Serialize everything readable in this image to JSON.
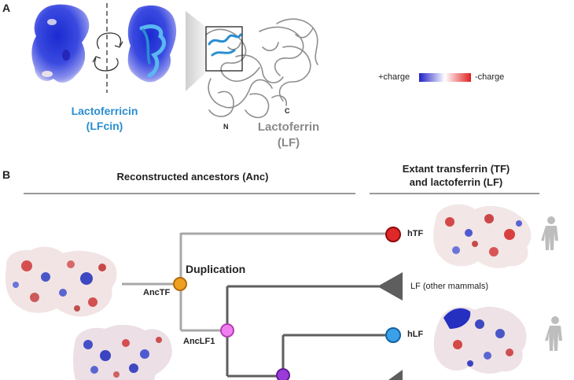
{
  "panel_a": {
    "letter": "A",
    "lfcin_name": "Lactoferricin",
    "lfcin_abbr": "(LFcin)",
    "lf_name": "Lactoferrin",
    "lf_abbr": "(LF)",
    "n_terminus": "N",
    "c_terminus": "C",
    "legend": {
      "positive": "+charge",
      "negative": "-charge",
      "colors": [
        "#2020c8",
        "#ffffff",
        "#e02020"
      ]
    }
  },
  "panel_b": {
    "letter": "B",
    "heading_left": "Reconstructed ancestors (Anc)",
    "heading_right_line1": "Extant transferrin (TF)",
    "heading_right_line2": "and lactoferrin (LF)",
    "duplication_label": "Duplication",
    "nodes": {
      "anc_tf": {
        "label": "AncTF",
        "color": "#f0a020"
      },
      "anc_lf1": {
        "label": "AncLF1",
        "color": "#f07ef0"
      },
      "anc_lf2": {
        "color": "#9a3ad8"
      }
    },
    "tips": {
      "htf": {
        "label": "hTF",
        "color": "#e02828"
      },
      "lf_other": {
        "label": "LF (other mammals)"
      },
      "hlf": {
        "label": "hLF",
        "color": "#3aa0e8"
      }
    },
    "colors": {
      "tf_branch": "#a8a8a8",
      "lf_branch": "#5e5e5e"
    }
  }
}
